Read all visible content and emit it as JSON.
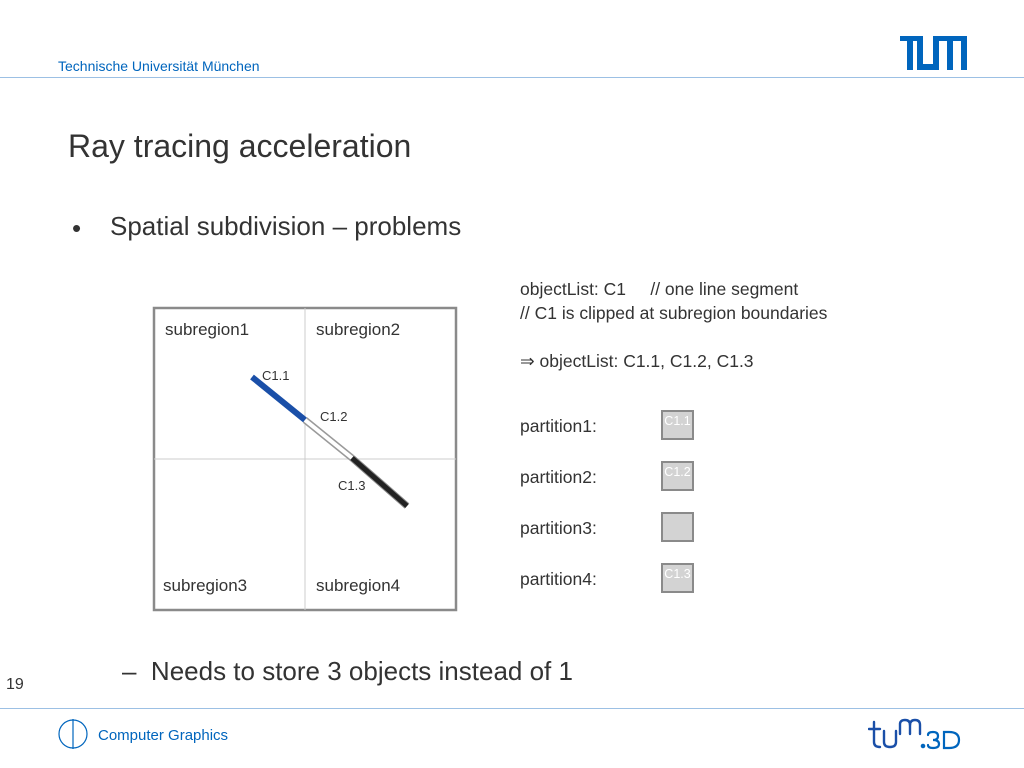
{
  "header": {
    "institution": "Technische Universität München",
    "logo": "TUM"
  },
  "slide": {
    "title": "Ray tracing acceleration",
    "bullet_marker": "•",
    "bullet": "Spatial subdivision – problems",
    "sub_bullet_marker": "–",
    "sub_bullet": "Needs to store 3 objects instead of 1",
    "page_number": "19"
  },
  "diagram": {
    "regions": [
      "subregion1",
      "subregion2",
      "subregion3",
      "subregion4"
    ],
    "segments": [
      {
        "label": "C1.1",
        "color": "#1a4fa8"
      },
      {
        "label": "C1.2",
        "color": "#ffffff"
      },
      {
        "label": "C1.3",
        "color": "#222222"
      }
    ]
  },
  "code": {
    "line1": "objectList: C1     // one line segment",
    "line2": "// C1 is clipped at subregion boundaries",
    "arrow": "⇒",
    "line3": " objectList: C1.1, C1.2, C1.3"
  },
  "partitions": [
    {
      "label": "partition1:",
      "content": "C1.1"
    },
    {
      "label": "partition2:",
      "content": "C1.2"
    },
    {
      "label": "partition3:",
      "content": ""
    },
    {
      "label": "partition4:",
      "content": "C1.3"
    }
  ],
  "footer": {
    "chair": "Computer Graphics",
    "logo": "tum.3D"
  },
  "colors": {
    "tum_blue": "#0065bd",
    "segment_blue": "#1a4fa8",
    "grid_gray": "#8a8a8a"
  }
}
